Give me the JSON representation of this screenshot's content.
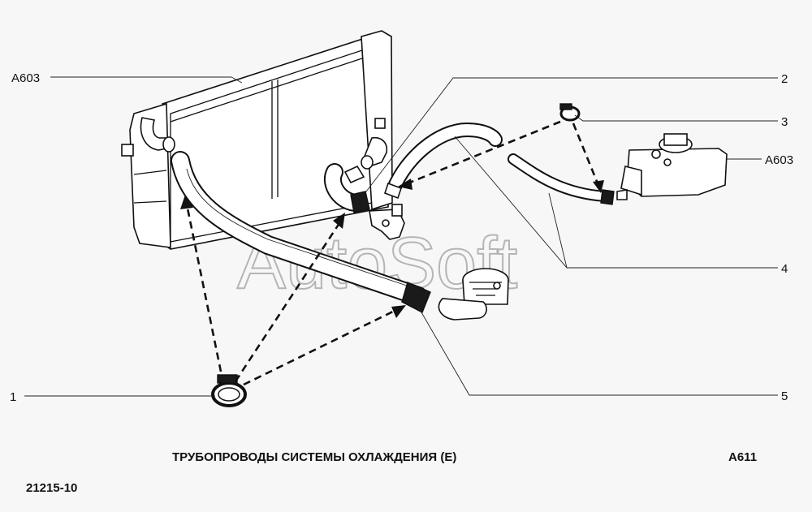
{
  "diagram": {
    "title": "ТРУБОПРОВОДЫ СИСТЕМЫ ОХЛАЖДЕНИЯ (Е)",
    "group_code": "A611",
    "model_code": "21215-10",
    "watermark": "AutoSoft",
    "callouts": {
      "radiator_ref": "A603",
      "reservoir_ref": "A603",
      "c1": "1",
      "c2": "2",
      "c3": "3",
      "c4": "4",
      "c5": "5"
    },
    "colors": {
      "ink": "#111111",
      "background": "#f7f7f7",
      "watermark": "#b5b5b5"
    }
  }
}
